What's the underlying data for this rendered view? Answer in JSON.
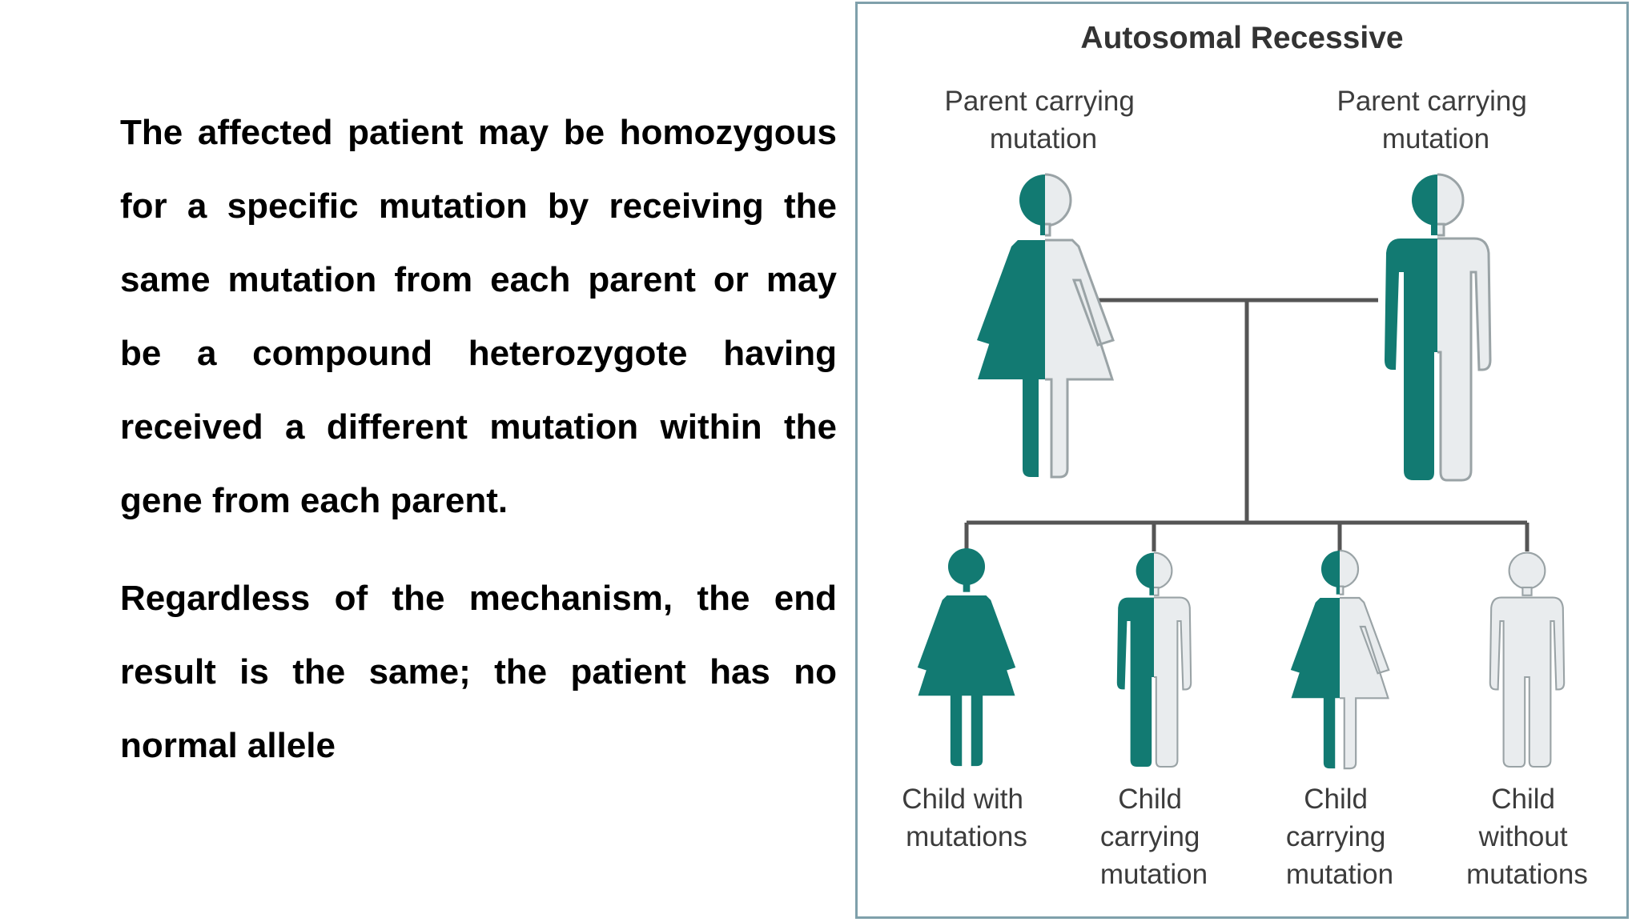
{
  "body_text": {
    "paragraph_1": "The affected patient may be homozygous for a specific mutation by receiving the same mutation from each parent or may be a compound heterozygote having received a different mutation within the gene from each parent.",
    "paragraph_2": "Regardless of the mechanism, the end result is the same; the patient has no normal allele"
  },
  "figure": {
    "title": "Autosomal Recessive",
    "parents": [
      {
        "lines": [
          "Parent carrying",
          "mutation"
        ],
        "sex": "female",
        "status": "carrier"
      },
      {
        "lines": [
          "Parent carrying",
          "mutation"
        ],
        "sex": "male",
        "status": "carrier"
      }
    ],
    "children": [
      {
        "lines": [
          "Child with",
          "mutations"
        ],
        "sex": "female",
        "status": "affected"
      },
      {
        "lines": [
          "Child",
          "carrying",
          "mutation"
        ],
        "sex": "male",
        "status": "carrier"
      },
      {
        "lines": [
          "Child",
          "carrying",
          "mutation"
        ],
        "sex": "female",
        "status": "carrier"
      },
      {
        "lines": [
          "Child",
          "without",
          "mutations"
        ],
        "sex": "male",
        "status": "unaffected"
      }
    ],
    "colors": {
      "mutation": "#127a72",
      "normal": "#e9ecee",
      "outline": "#9aa3a6",
      "line": "#555555",
      "border": "#7fa0ab"
    }
  }
}
